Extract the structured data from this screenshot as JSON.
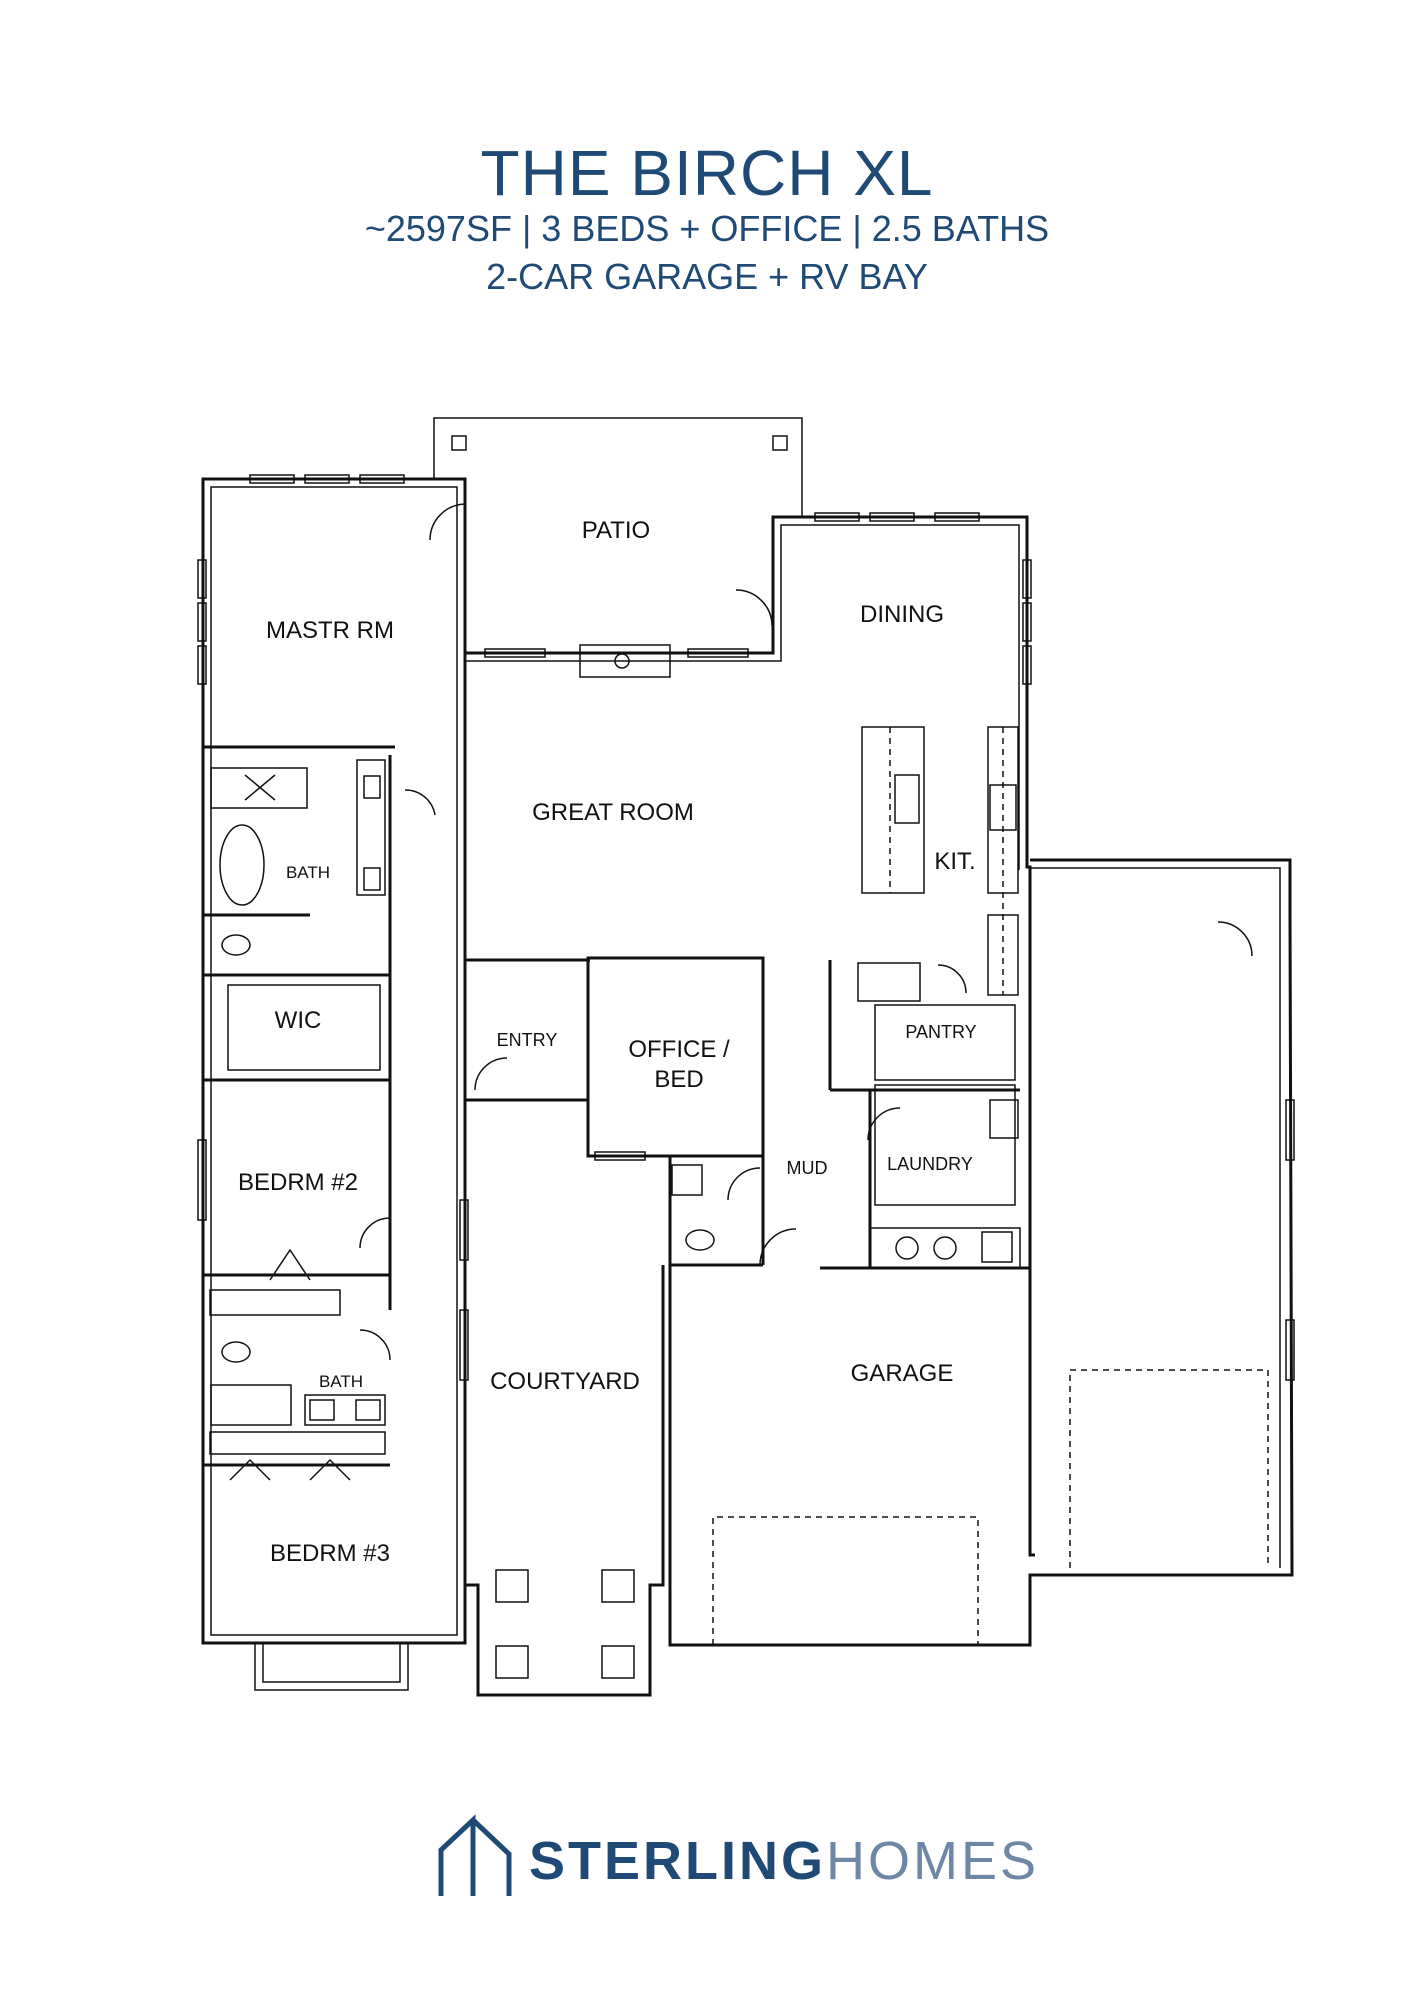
{
  "header": {
    "title": "THE BIRCH XL",
    "subtitle_line1": "~2597SF | 3 BEDS + OFFICE  | 2.5 BATHS",
    "subtitle_line2": "2-CAR GARAGE + RV BAY"
  },
  "rooms": {
    "patio": "PATIO",
    "dining": "DINING",
    "master": "MASTR RM",
    "great_room": "GREAT ROOM",
    "kitchen": "KIT.",
    "master_bath": "BATH",
    "wic": "WIC",
    "entry": "ENTRY",
    "office_line1": "OFFICE /",
    "office_line2": "BED",
    "pantry": "PANTRY",
    "mud": "MUD",
    "laundry": "LAUNDRY",
    "bedroom2": "BEDRM #2",
    "bath2": "BATH",
    "courtyard": "COURTYARD",
    "garage": "GARAGE",
    "bedroom3": "BEDRM #3"
  },
  "brand": {
    "name_bold": "STERLING",
    "name_light": "HOMES"
  },
  "colors": {
    "brand_navy": "#1f4a75",
    "brand_slate": "#6f87a6",
    "line": "#111111"
  }
}
